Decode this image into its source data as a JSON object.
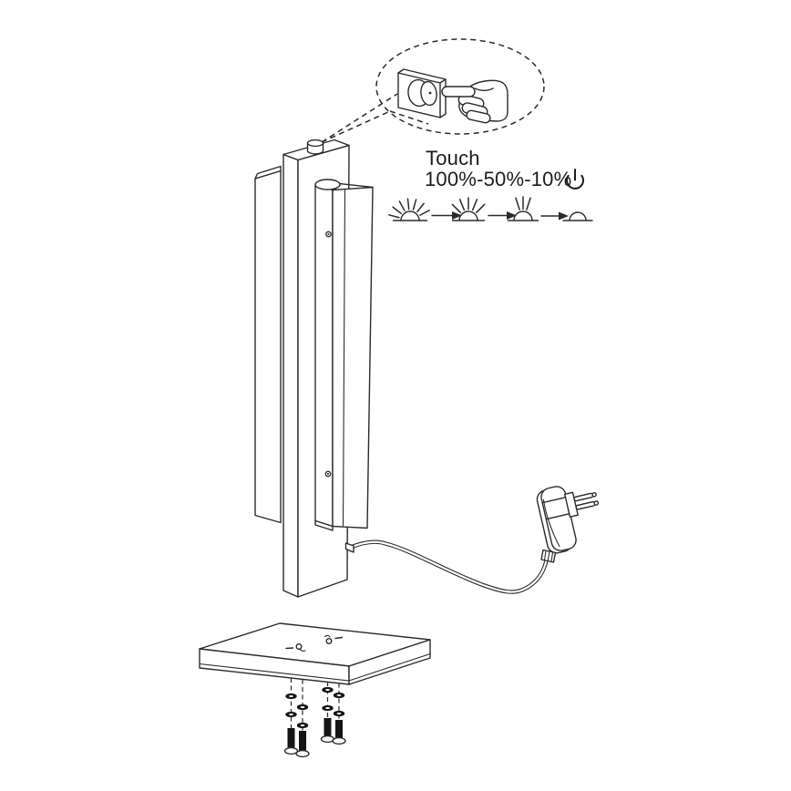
{
  "page": {
    "background_color": "#ffffff",
    "line_color": "#2b2b2b",
    "screw_color": "#141414"
  },
  "callout": {
    "icons": [
      "touch-button-icon",
      "pointing-hand-icon"
    ]
  },
  "instructions": {
    "touch_label": "Touch",
    "dim_sequence_label": "100%-50%-10%",
    "power_icon": "power-standby-icon",
    "brightness_steps": [
      {
        "icon": "brightness-100-icon",
        "level": "100%"
      },
      {
        "icon": "brightness-50-icon",
        "level": "50%"
      },
      {
        "icon": "brightness-10-icon",
        "level": "10%"
      },
      {
        "icon": "brightness-off-icon",
        "level": "off"
      }
    ]
  },
  "illustration": {
    "parts": [
      "lamp-back-panel",
      "lamp-center-post",
      "touch-sensor-button",
      "lamp-front-panel",
      "power-cable",
      "power-adapter-eu-plug",
      "mounting-plate",
      "washers",
      "mounting-screws"
    ]
  }
}
